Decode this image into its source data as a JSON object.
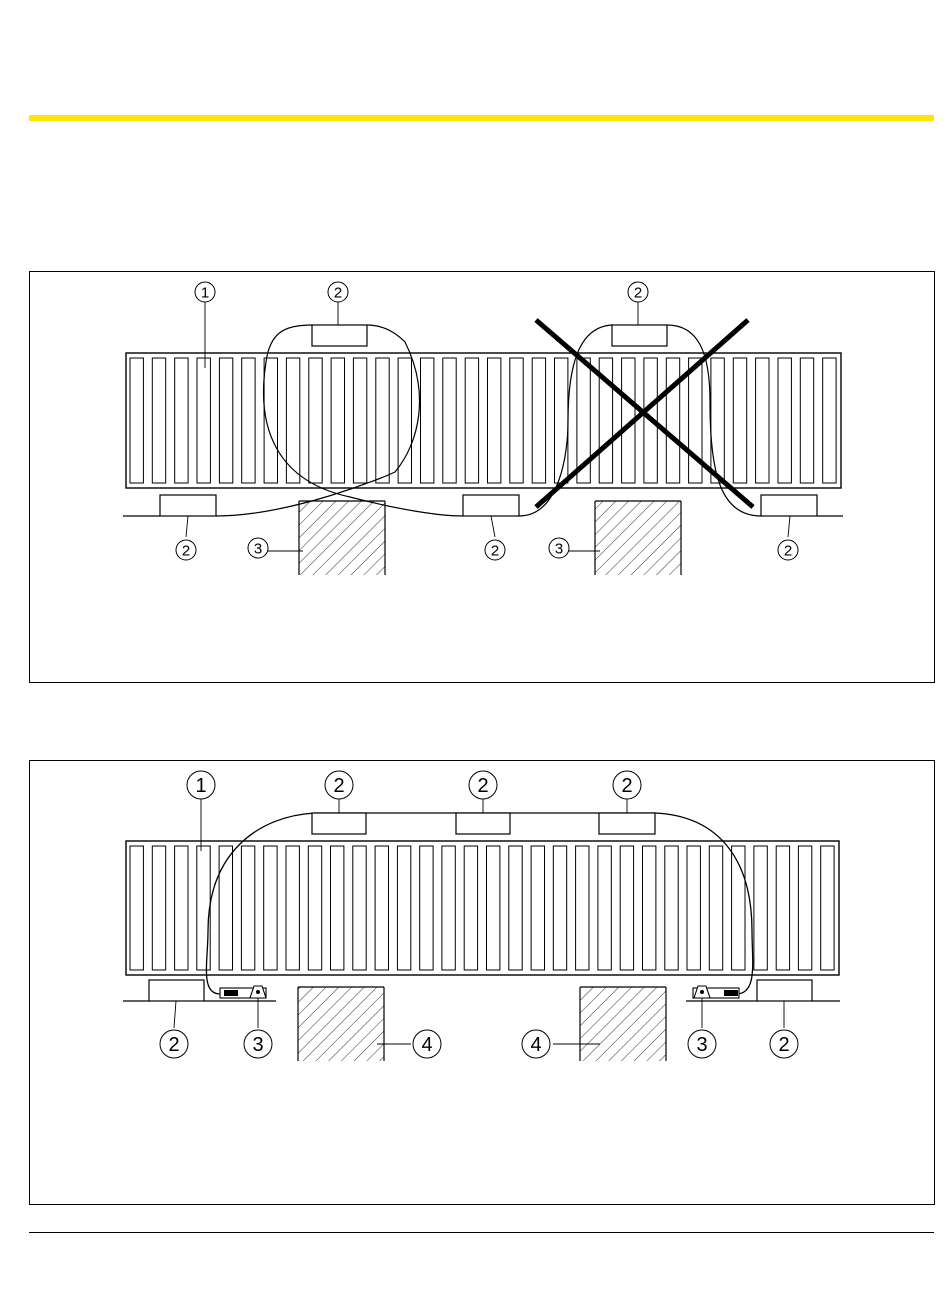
{
  "colors": {
    "accent_rule": "#FFE500",
    "ink": "#000000"
  },
  "figure_1": {
    "callouts": [
      "1",
      "2",
      "2",
      "2",
      "3",
      "2",
      "3",
      "2"
    ],
    "crossed_out": true
  },
  "figure_2": {
    "callouts": [
      "1",
      "2",
      "2",
      "2",
      "2",
      "3",
      "4",
      "4",
      "3",
      "2"
    ]
  }
}
